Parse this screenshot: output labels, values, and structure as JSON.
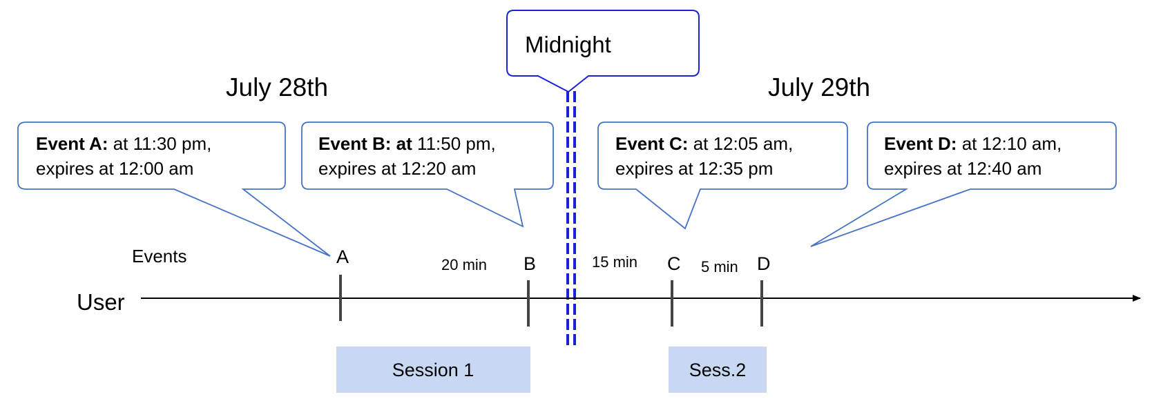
{
  "colors": {
    "callout_stroke": "#4472c4",
    "midnight_stroke": "#1a22d6",
    "midnight_line": "#1a22d6",
    "session_fill": "#c9d8f2",
    "tick": "#444444",
    "axis": "#000000"
  },
  "midnight": {
    "label": "Midnight"
  },
  "dates": {
    "left": "July 28th",
    "right": "July 29th"
  },
  "events": [
    {
      "letter": "A",
      "bold": "Event A:",
      "rest": " at 11:30 pm,",
      "line2": "expires at 12:00 am"
    },
    {
      "letter": "B",
      "bold": "Event B: at",
      "rest": " 11:50 pm,",
      "line2": "expires at 12:20 am"
    },
    {
      "letter": "C",
      "bold": "Event C:",
      "rest": " at 12:05 am,",
      "line2": "expires at 12:35 pm"
    },
    {
      "letter": "D",
      "bold": "Event D:",
      "rest": "  at 12:10 am,",
      "line2": "expires at 12:40 am"
    }
  ],
  "gaps": [
    "20 min",
    "15 min",
    "5 min"
  ],
  "axis": {
    "row_label": "User",
    "events_label": "Events"
  },
  "sessions": [
    "Session 1",
    "Sess.2"
  ]
}
